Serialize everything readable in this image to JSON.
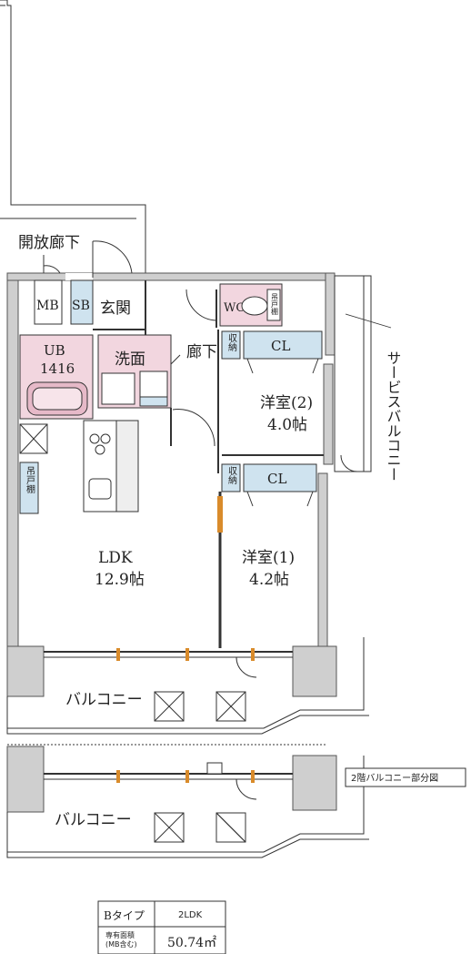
{
  "labels": {
    "corridor": "開放廊下",
    "mb": "MB",
    "sb": "SB",
    "entrance": "玄関",
    "wc": "WC",
    "wc_cabinet": "吊戸棚",
    "ub": "UB",
    "ub_size": "1416",
    "washroom": "洗面",
    "hallway": "廊下",
    "storage1": "収納",
    "cl1": "CL",
    "storage2": "収納",
    "cl2": "CL",
    "room2_name": "洋室(2)",
    "room2_size": "4.0帖",
    "room1_name": "洋室(1)",
    "room1_size": "4.2帖",
    "ldk_name": "LDK",
    "ldk_size": "12.9帖",
    "kitchen_cabinet": "吊戸棚",
    "service_balcony": "サービスバルコニー",
    "balcony1": "バルコニー",
    "balcony2": "バルコニー",
    "floor2_note": "2階バルコニー部分図"
  },
  "spec_table": {
    "type_label": "Bタイプ",
    "layout": "2LDK",
    "area_label_line1": "専有面積",
    "area_label_line2": "(MB含む)",
    "area_value": "50.74㎡"
  }
}
